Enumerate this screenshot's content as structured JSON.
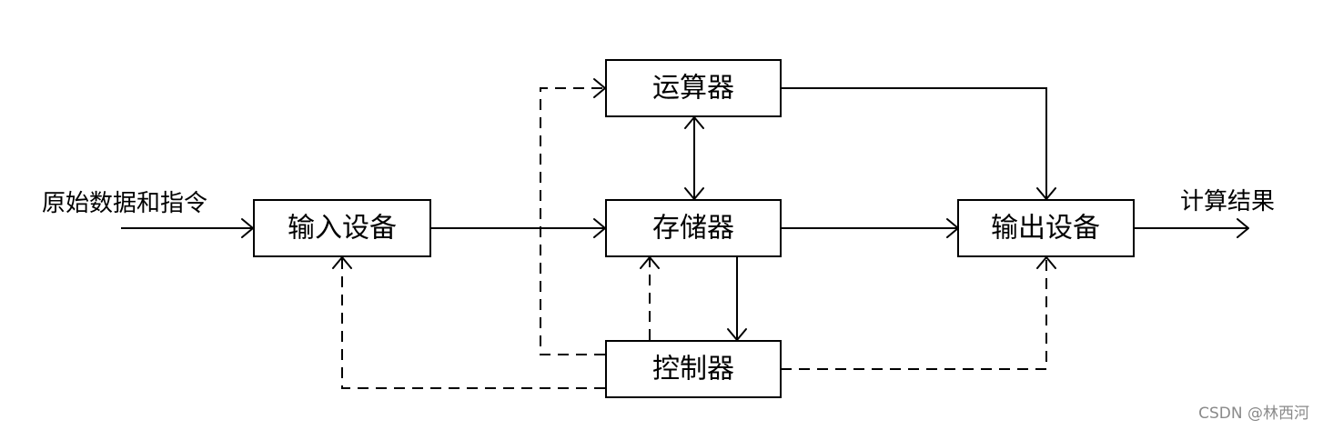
{
  "blocks": {
    "alu": "运算器",
    "memory": "存储器",
    "input_device": "输入设备",
    "output_device": "输出设备",
    "controller": "控制器"
  },
  "labels": {
    "input": "原始数据和指令",
    "output": "计算结果"
  },
  "legend": {
    "data_flow": "solid",
    "control_flow": "dashed"
  },
  "watermark": "CSDN @林西河"
}
